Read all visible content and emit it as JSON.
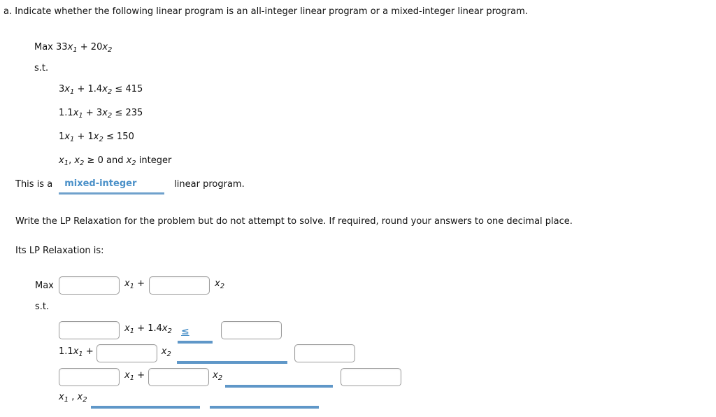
{
  "colors": {
    "answer_text": "#4a90c8",
    "blank_bar": "#5f97c8",
    "input_border": "#9b9b9b"
  },
  "intro": {
    "text": "a. Indicate whether the following linear program is an all-integer linear program or a mixed-integer linear program."
  },
  "given_lp": {
    "objective": [
      {
        "t": "Max 33",
        "k": "n"
      },
      {
        "t": "x",
        "k": "v"
      },
      {
        "t": "1",
        "k": "s"
      },
      {
        "t": " + 20",
        "k": "n"
      },
      {
        "t": "x",
        "k": "v"
      },
      {
        "t": "2",
        "k": "s"
      }
    ],
    "st_label": "s.t.",
    "constraint1": [
      {
        "t": "3",
        "k": "n"
      },
      {
        "t": "x",
        "k": "v"
      },
      {
        "t": "1",
        "k": "s"
      },
      {
        "t": " + 1.4",
        "k": "n"
      },
      {
        "t": "x",
        "k": "v"
      },
      {
        "t": "2",
        "k": "s"
      },
      {
        "t": " ≤ 415",
        "k": "n"
      }
    ],
    "constraint2": [
      {
        "t": "1.1",
        "k": "n"
      },
      {
        "t": "x",
        "k": "v"
      },
      {
        "t": "1",
        "k": "s"
      },
      {
        "t": " + 3",
        "k": "n"
      },
      {
        "t": "x",
        "k": "v"
      },
      {
        "t": "2",
        "k": "s"
      },
      {
        "t": " ≤ 235",
        "k": "n"
      }
    ],
    "constraint3": [
      {
        "t": "1",
        "k": "n"
      },
      {
        "t": "x",
        "k": "v"
      },
      {
        "t": "1",
        "k": "s"
      },
      {
        "t": " + 1",
        "k": "n"
      },
      {
        "t": "x",
        "k": "v"
      },
      {
        "t": "2",
        "k": "s"
      },
      {
        "t": " ≤ 150",
        "k": "n"
      }
    ],
    "constraint4": [
      {
        "t": "x",
        "k": "v"
      },
      {
        "t": "1",
        "k": "s"
      },
      {
        "t": ", ",
        "k": "n"
      },
      {
        "t": "x",
        "k": "v"
      },
      {
        "t": "2",
        "k": "s"
      },
      {
        "t": " ≥ 0 and ",
        "k": "n"
      },
      {
        "t": "x",
        "k": "v"
      },
      {
        "t": "2",
        "k": "s"
      },
      {
        "t": " integer",
        "k": "n"
      }
    ]
  },
  "answer_sentence": {
    "prefix": "This is a",
    "blank_value": "mixed-integer",
    "suffix": "linear program."
  },
  "relaxation": {
    "prompt": "Write the LP Relaxation for the problem but do not attempt to solve. If required, round your answers to one decimal place.",
    "heading": "Its LP Relaxation is:",
    "max_label": "Max",
    "st_label": "s.t.",
    "objective_mid": [
      {
        "t": "x",
        "k": "v"
      },
      {
        "t": "1",
        "k": "s"
      },
      {
        "t": " +",
        "k": "n"
      }
    ],
    "objective_end": [
      {
        "t": "x",
        "k": "v"
      },
      {
        "t": "2",
        "k": "s"
      }
    ],
    "row1_terms": [
      {
        "t": "x",
        "k": "v"
      },
      {
        "t": "1",
        "k": "s"
      },
      {
        "t": " + 1.4",
        "k": "n"
      },
      {
        "t": "x",
        "k": "v"
      },
      {
        "t": "2",
        "k": "s"
      }
    ],
    "row1_relation": "≤",
    "row2_prefix": [
      {
        "t": "1.1",
        "k": "n"
      },
      {
        "t": "x",
        "k": "v"
      },
      {
        "t": "1",
        "k": "s"
      },
      {
        "t": " +",
        "k": "n"
      }
    ],
    "row2_after": [
      {
        "t": "x",
        "k": "v"
      },
      {
        "t": "2",
        "k": "s"
      }
    ],
    "row3_mid": [
      {
        "t": "x",
        "k": "v"
      },
      {
        "t": "1",
        "k": "s"
      },
      {
        "t": " +",
        "k": "n"
      }
    ],
    "row3_after": [
      {
        "t": "x",
        "k": "v"
      },
      {
        "t": "2",
        "k": "s"
      }
    ],
    "row4_label": [
      {
        "t": "x",
        "k": "v"
      },
      {
        "t": "1",
        "k": "s"
      },
      {
        "t": " , ",
        "k": "n"
      },
      {
        "t": "x",
        "k": "v"
      },
      {
        "t": "2",
        "k": "s"
      }
    ],
    "inputs": {
      "value": "",
      "placeholder": ""
    }
  }
}
